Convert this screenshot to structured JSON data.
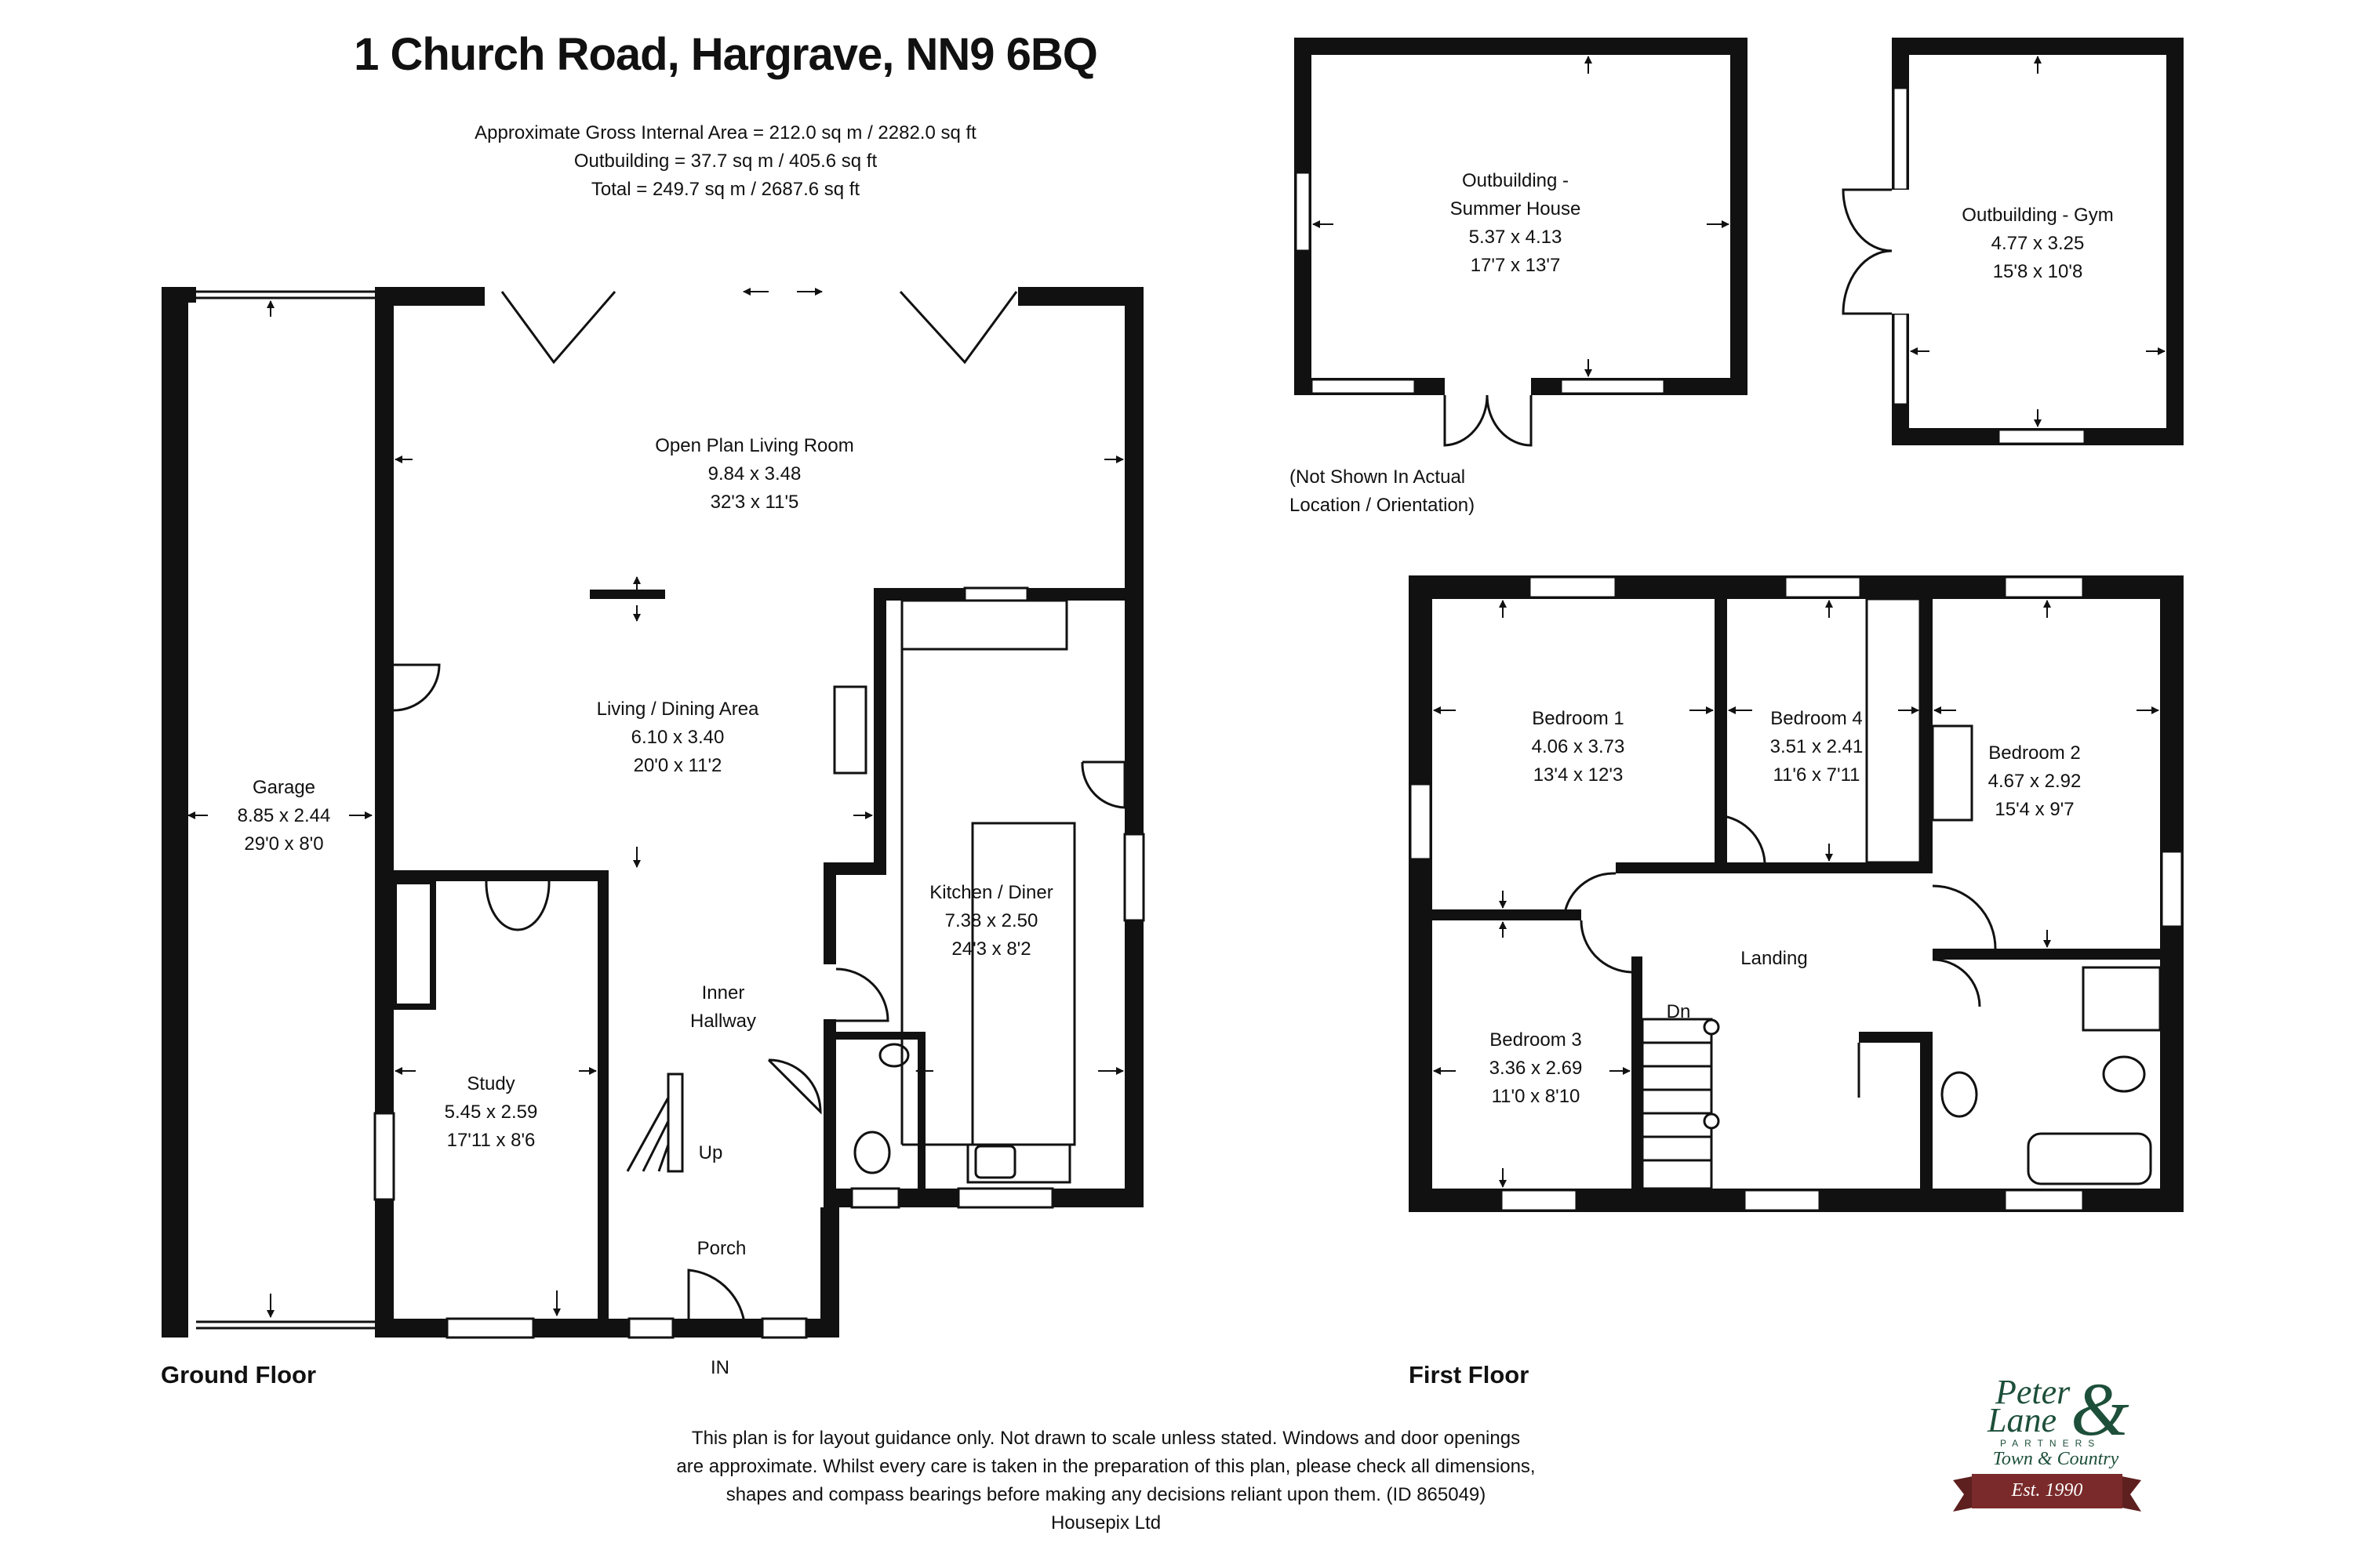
{
  "header": {
    "address": "1 Church Road, Hargrave, NN9 6BQ",
    "area_lines": [
      "Approximate Gross Internal Area = 212.0 sq m / 2282.0 sq ft",
      "Outbuilding = 37.7 sq m / 405.6 sq ft",
      "Total = 249.7 sq m / 2687.6 sq ft"
    ]
  },
  "floors": {
    "ground": "Ground Floor",
    "first": "First Floor"
  },
  "rooms": {
    "garage": [
      "Garage",
      "8.85 x 2.44",
      "29'0 x 8'0"
    ],
    "open_plan_living": [
      "Open Plan Living Room",
      "9.84 x 3.48",
      "32'3 x 11'5"
    ],
    "living_dining": [
      "Living / Dining Area",
      "6.10 x 3.40",
      "20'0 x 11'2"
    ],
    "kitchen_diner": [
      "Kitchen / Diner",
      "7.38 x 2.50",
      "24'3 x 8'2"
    ],
    "inner_hallway": [
      "Inner",
      "Hallway"
    ],
    "study": [
      "Study",
      "5.45 x 2.59",
      "17'11 x 8'6"
    ],
    "porch": [
      "Porch"
    ],
    "summer_house": [
      "Outbuilding -",
      "Summer House",
      "5.37 x 4.13",
      "17'7 x 13'7"
    ],
    "gym": [
      "Outbuilding - Gym",
      "4.77 x 3.25",
      "15'8 x 10'8"
    ],
    "bedroom1": [
      "Bedroom 1",
      "4.06 x 3.73",
      "13'4 x 12'3"
    ],
    "bedroom4": [
      "Bedroom 4",
      "3.51 x 2.41",
      "11'6 x 7'11"
    ],
    "bedroom2": [
      "Bedroom 2",
      "4.67 x 2.92",
      "15'4 x 9'7"
    ],
    "bedroom3": [
      "Bedroom 3",
      "3.36 x 2.69",
      "11'0 x 8'10"
    ],
    "landing": [
      "Landing"
    ]
  },
  "labels": {
    "up": "Up",
    "dn": "Dn",
    "entrance": "IN",
    "outbuilding_note": [
      "(Not Shown In Actual",
      "Location / Orientation)"
    ]
  },
  "disclaimer": [
    "This plan is for layout guidance only. Not drawn to scale unless stated. Windows and door openings",
    "are approximate. Whilst every care is taken in the preparation of this plan, please check all dimensions,",
    "shapes and compass bearings before making any decisions reliant upon them. (ID 865049)",
    "Housepix Ltd"
  ],
  "logo": {
    "word1": "Peter",
    "word2": "Lane",
    "ampersand": "&",
    "partners": "PARTNERS",
    "tagline": "Town & Country",
    "established": "Est. 1990"
  },
  "colors": {
    "wall": "#111111",
    "logo_green": "#1d4f3a",
    "logo_ribbon": "#7a2a2a"
  }
}
